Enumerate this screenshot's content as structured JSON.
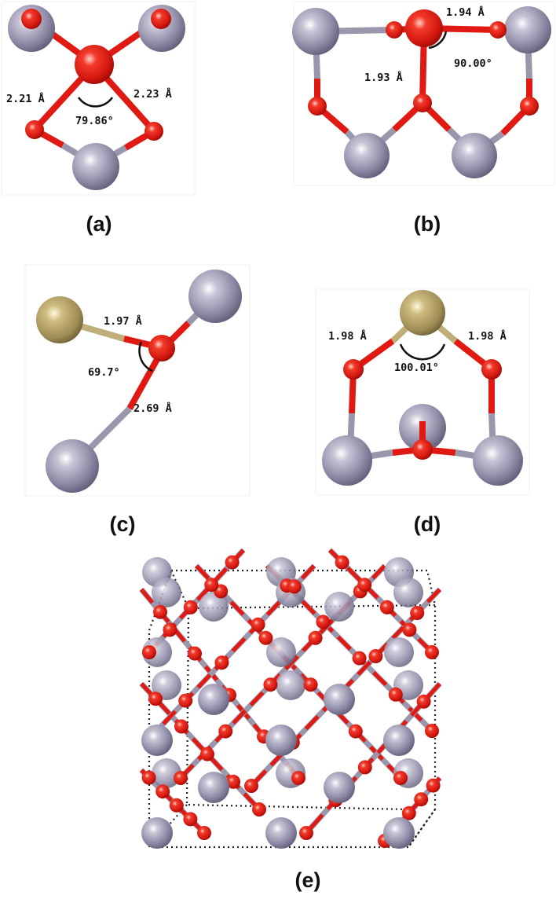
{
  "panels": {
    "a": {
      "label": "(a)",
      "d1": "2.21 Å",
      "d2": "2.23 Å",
      "angle": "79.86°"
    },
    "b": {
      "label": "(b)",
      "d1": "1.94 Å",
      "d2": "1.93 Å",
      "angle": "90.00°"
    },
    "c": {
      "label": "(c)",
      "d1": "1.97 Å",
      "d2": "2.69 Å",
      "angle": "69.7°"
    },
    "d": {
      "label": "(d)",
      "d1": "1.98 Å",
      "d2": "1.98 Å",
      "angle": "100.01°"
    },
    "e": {
      "label": "(e)"
    }
  },
  "colors": {
    "metal_atom": "#8f8ba6",
    "oxygen_atom": "#e01a12",
    "dopant_atom": "#a6955c",
    "bond_red": "#e01a12",
    "bond_grey": "#9a97ad",
    "bond_tan": "#bfae7a"
  }
}
